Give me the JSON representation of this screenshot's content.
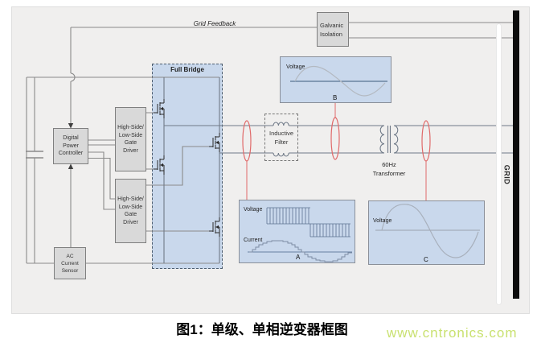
{
  "caption": "图1：单级、单相逆变器框图",
  "watermark": "www.cntronics.com",
  "labels": {
    "grid_feedback": "Grid Feedback",
    "full_bridge": "Full Bridge",
    "grid": "GRID",
    "transformer_freq": "60Hz",
    "transformer_name": "Transformer"
  },
  "blocks": {
    "digital_power_controller": [
      "Digital",
      "Power",
      "Controller"
    ],
    "gate_driver": [
      "High-Side/",
      "Low-Side",
      "Gate",
      "Driver"
    ],
    "ac_current_sensor": [
      "AC",
      "Current",
      "Sensor"
    ],
    "galvanic_isolation": [
      "Galvanic",
      "Isolation"
    ],
    "inductive_filter": [
      "Inductive",
      "Filter"
    ]
  },
  "scopes": {
    "a": {
      "voltage_label": "Voltage",
      "current_label": "Current",
      "tag": "A"
    },
    "b": {
      "voltage_label": "Voltage",
      "tag": "B"
    },
    "c": {
      "voltage_label": "Voltage",
      "tag": "C"
    }
  },
  "colors": {
    "probe_red": "#e06a6a",
    "bridge_blue": "#c9d8ec",
    "block_gray": "#d9d9d9",
    "wire_gray": "#8a8a8a",
    "grid_bar_black": "#0d0d0d",
    "watermark_green": "#c9e170"
  }
}
